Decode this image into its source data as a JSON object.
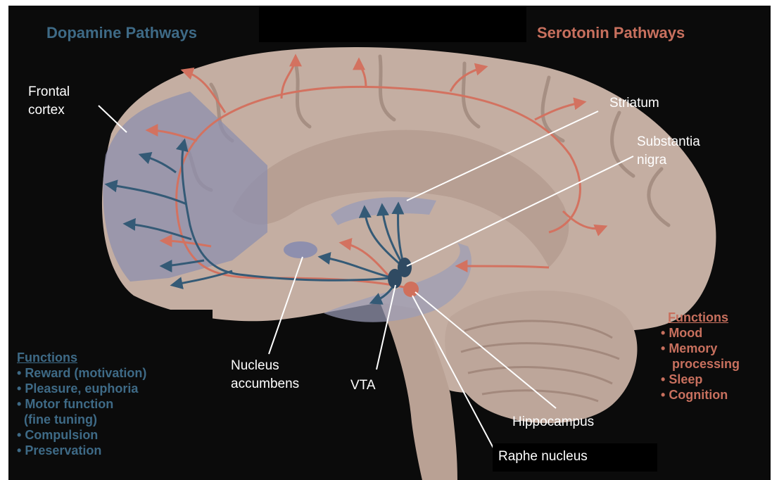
{
  "titles": {
    "dopamine": "Dopamine Pathways",
    "serotonin": "Serotonin Pathways"
  },
  "labels": {
    "frontal_cortex": [
      "Frontal",
      "cortex"
    ],
    "striatum": "Striatum",
    "substantia_nigra": [
      "Substantia",
      "nigra"
    ],
    "nucleus_accumbens": [
      "Nucleus",
      "accumbens"
    ],
    "vta": "VTA",
    "hippocampus": "Hippocampus",
    "raphe_nucleus": "Raphe nucleus"
  },
  "dopamine_functions": {
    "heading": "Functions",
    "items": [
      "Reward (motivation)",
      "Pleasure, euphoria",
      "Motor function",
      "(fine tuning)",
      "Compulsion",
      "Preservation"
    ]
  },
  "serotonin_functions": {
    "heading": "Functions",
    "items": [
      "Mood",
      "Memory processing",
      "Sleep",
      "Cognition"
    ]
  },
  "colors": {
    "background": "#0b0b0b",
    "brain": "#c4aea2",
    "dopamine": "#3e6a86",
    "serotonin": "#c8705e",
    "region_overlay": "#8e8fae"
  }
}
